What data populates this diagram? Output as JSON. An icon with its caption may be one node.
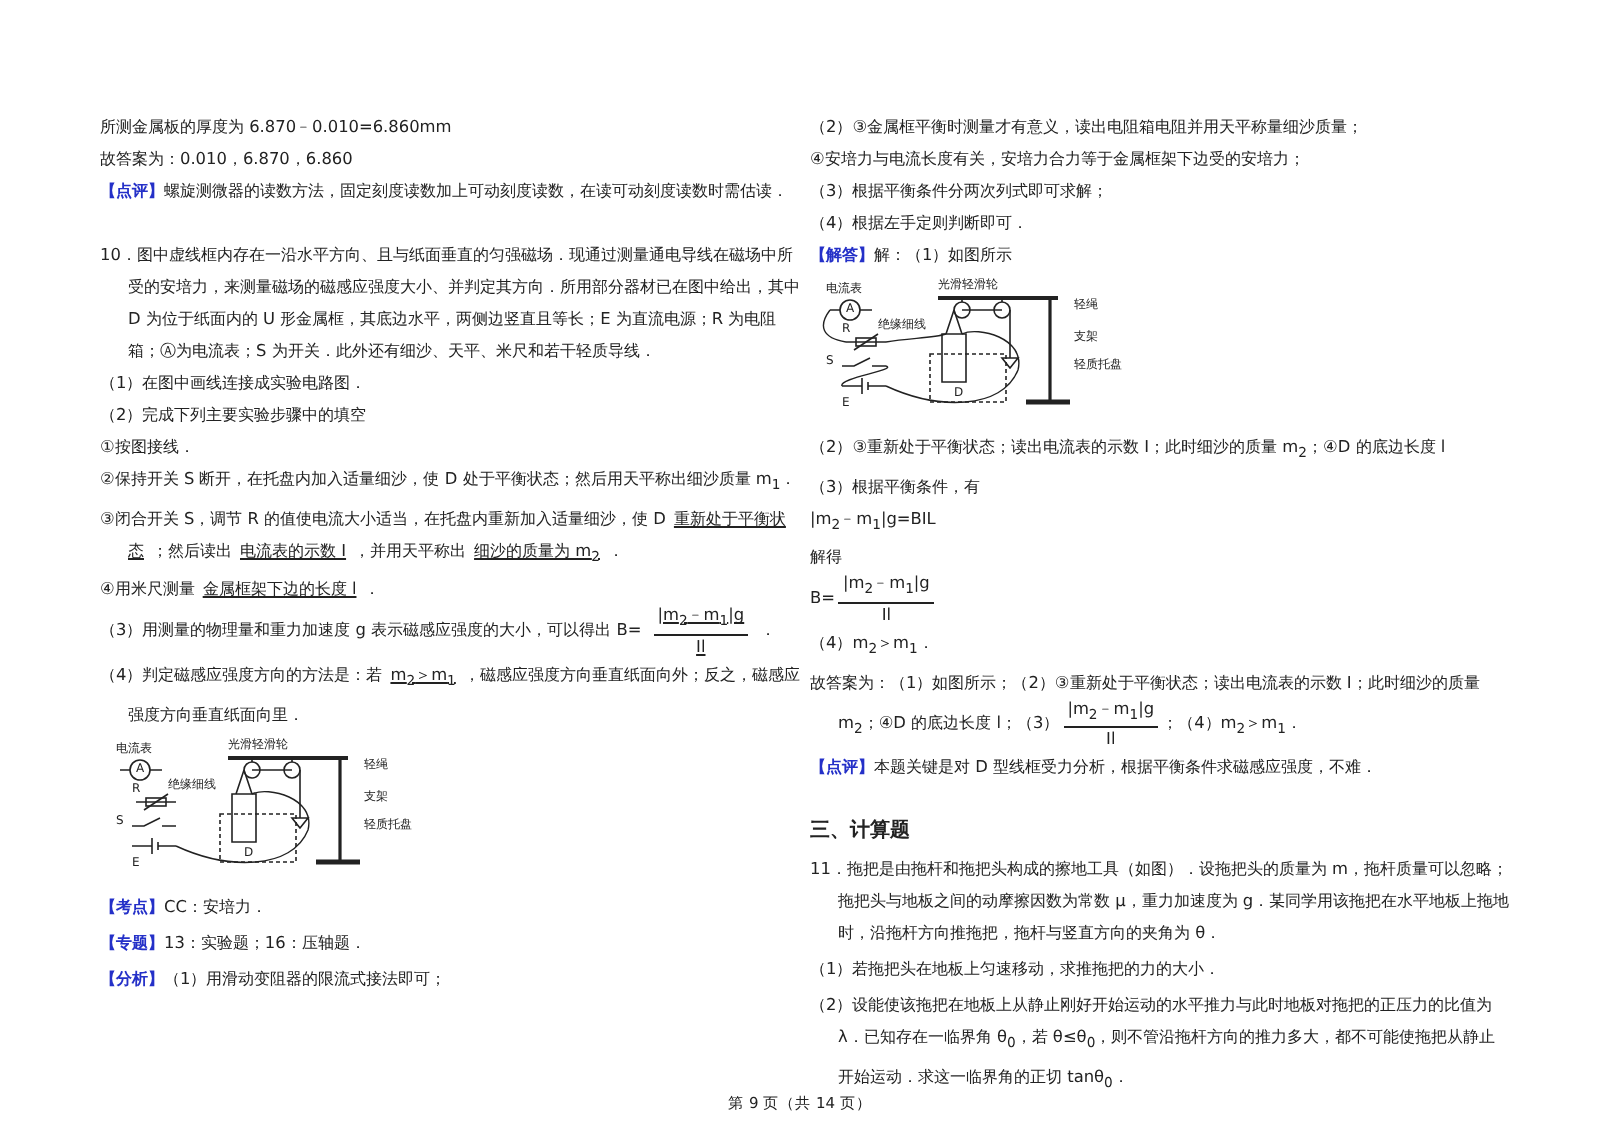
{
  "diagram": {
    "labels": [
      "所测金属板的厚度为 6.870﹣0.010=6.860mm",
      "故答案为：0.010，6.870，6.860",
      "【点评】",
      "螺旋测微器的读数方法，固定刻度读数加上可动刻度读数，在读可动刻度读数时需估读．",
      "10．图中虚线框内存在一沿水平方向、且与纸面垂直的匀强磁场．现通过测量通电导线在磁场中所受的安培力，来测量磁场的磁感应强度大小、并判定其方向．所用部分器材已在图中给出，其中 D 为位于纸面内的 U 形金属框，其底边水平，两侧边竖直且等长；E 为直流电源；R 为电阻箱；Ⓐ为电流表；S 为开关．此外还有细沙、天平、米尺和若干轻质导线．",
      "（1）在图中画线连接成实验电路图．",
      "（2）完成下列主要实验步骤中的填空",
      "①按图接线．",
      "②保持开关 S 断开，在托盘内加入适量细沙，使 D 处于平衡状态；然后用天平称出细沙质量 m$_{1}$．",
      "③闭合开关 S，调节 R 的值使电流大小适当，在托盘内重新加入适量细沙，使 D",
      "重新处于平衡状态",
      "；然后读出",
      "电流表的示数 I",
      "，并用天平称出",
      "细沙的质量为 m$_{2}$",
      "．",
      "④用米尺测量",
      "金属框架下边的长度 l",
      "．",
      "（3）用测量的物理量和重力加速度 g 表示磁感应强度的大小，可以得出 B=",
      "|m$_{2}$﹣m$_{1}$|g",
      "Il",
      "．",
      "（4）判定磁感应强度方向的方法是：若",
      "m$_{2}$＞m$_{1}$",
      "，磁感应强度方向垂直纸面向外；反之，磁感应强度方向垂直纸面向里．",
      "光滑轻滑轮",
      "电流表",
      "轻绳",
      "A",
      "绝缘细线",
      "R",
      "支架",
      "S",
      "轻质托盘",
      "D",
      "E",
      "【考点】",
      "CC：安培力．",
      "【专题】",
      "13：实验题；16：压轴题．",
      "【分析】",
      "（1）用滑动变阻器的限流式接法即可；",
      "（2）③金属框平衡时测量才有意义，读出电阻箱电阻并用天平称量细沙质量；",
      "④安培力与电流长度有关，安培力合力等于金属框架下边受的安培力；",
      "（3）根据平衡条件分两次列式即可求解；",
      "（4）根据左手定则判断即可．",
      "【解答】",
      "解：（1）如图所示",
      "光滑轻滑轮",
      "电流表",
      "轻绳",
      "A",
      "绝缘细线",
      "R",
      "支架",
      "S",
      "轻质托盘",
      "D",
      "E",
      "（2）③重新处于平衡状态；读出电流表的示数 I；此时细沙的质量 m$_{2}$；④D 的底边长度 l",
      "（3）根据平衡条件，有",
      "|m$_{2}$﹣m$_{1}$|g=BIL",
      "解得",
      "B=",
      "|m$_{2}$﹣m$_{1}$|g",
      "Il",
      "（4）m$_{2}$＞m$_{1}$．",
      "故答案为：（1）如图所示；（2）③重新处于平衡状态；读出电流表的示数 I；此时细沙的质量 m$_{2}$；④D 的底边长度 l；（3）",
      "|m$_{2}$﹣m$_{1}$|g",
      "Il",
      "；（4）m$_{2}$＞m$_{1}$．",
      "【点评】",
      "本题关键是对 D 型线框受力分析，根据平衡条件求磁感应强度，不难．",
      "三、计算题",
      "11．拖把是由拖杆和拖把头构成的擦地工具（如图）．设拖把头的质量为 m，拖杆质量可以忽略；拖把头与地板之间的动摩擦因数为常数 μ，重力加速度为 g．某同学用该拖把在水平地板上拖地时，沿拖杆方向推拖把，拖杆与竖直方向的夹角为 θ．",
      "（1）若拖把头在地板上匀速移动，求推拖把的力的大小．",
      "（2）设能使该拖把在地板上从静止刚好开始运动的水平推力与此时地板对拖把的正压力的比值为 λ．已知存在一临界角 θ$_{0}$，若 θ≤θ$_{0}$，则不管沿拖杆方向的推力多大，都不可能使拖把从静止开始运动．求这一临界角的正切 tanθ$_{0}$．",
      "第 9 页（共 14 页）"
    ]
  }
}
